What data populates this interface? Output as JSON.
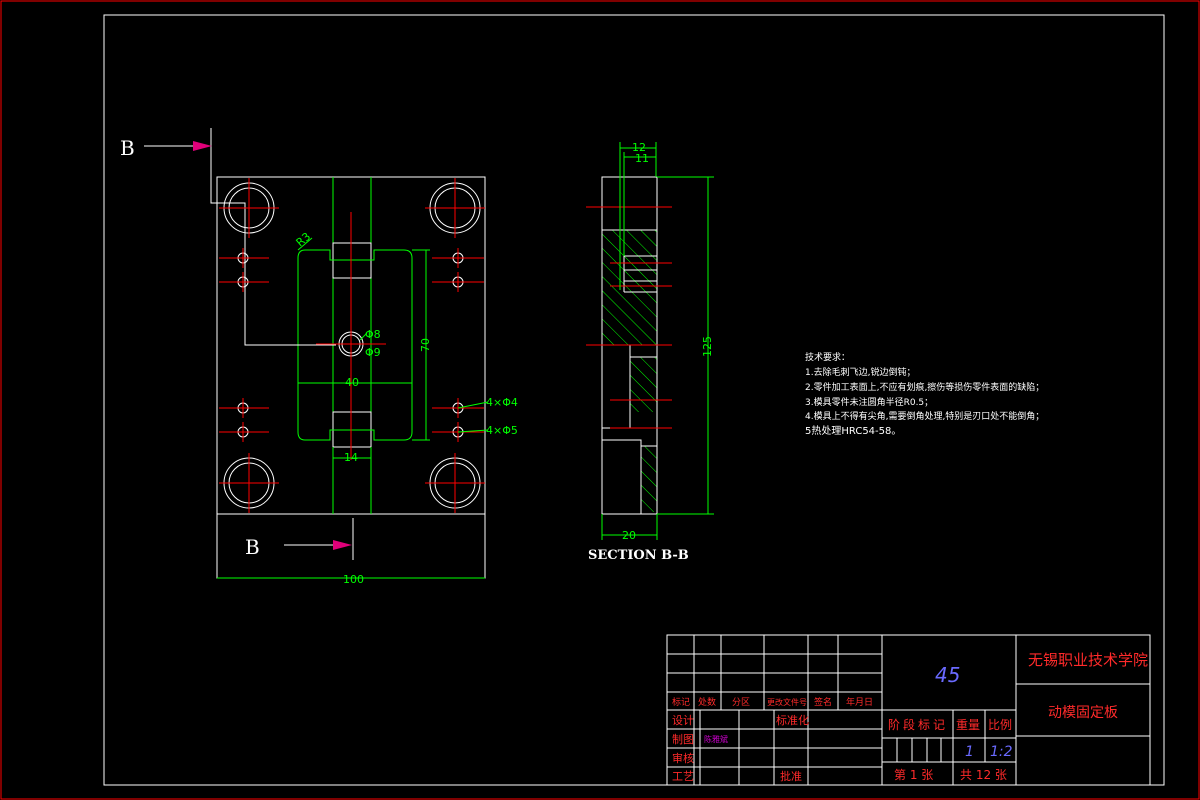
{
  "colors": {
    "background": "#000000",
    "outline": "#ffffff",
    "border_red": "#ff0000",
    "centerline": "#ff0000",
    "dimension": "#00ff00",
    "arrow": "#e0007a",
    "title_red": "#ff2a2a",
    "title_blue": "#6a6aff",
    "title_magenta": "#d000d0"
  },
  "views": {
    "section_marker_top": "B",
    "section_marker_bottom": "B",
    "section_label": "SECTION B-B"
  },
  "dimensions": {
    "overall_width": "100",
    "slot_width": "40",
    "slot_height": "70",
    "pocket_width": "14",
    "corner_radius": "R3",
    "center_hole_a": "Φ8",
    "center_hole_b": "Φ9",
    "pin_holes_small": "4×Φ4",
    "pin_holes_large": "4×Φ5",
    "side_width": "20",
    "side_height": "125",
    "step_outer": "12",
    "step_inner": "11"
  },
  "tech_notes": {
    "heading": "技术要求：",
    "lines": [
      "1.去除毛刺飞边,锐边倒钝；",
      "2.零件加工表面上,不应有划痕,擦伤等损伤零件表面的缺陷；",
      "3.模具零件未注圆角半径R0.5；",
      "4.模具上不得有尖角,需要倒角处理,特别是刃口处不能倒角；",
      "5热处理HRC54-58。"
    ]
  },
  "title_block": {
    "material": "45",
    "school": "无锡职业技术学院",
    "part_name": "动模固定板",
    "row_labels": [
      "标记",
      "处数",
      "分区",
      "更改文件号",
      "签名",
      "年月日"
    ],
    "design": "设计",
    "standardization": "标准化",
    "drawing": "制图",
    "drawer_name": "陈雅斌",
    "review": "审核",
    "process": "工艺",
    "approve": "批准",
    "stage_mark": "阶段标记",
    "weight": "重量",
    "scale": "比例",
    "weight_value": "1",
    "scale_value": "1:2",
    "sheet_label": "第 1 张",
    "total_label": "共 12 张"
  }
}
